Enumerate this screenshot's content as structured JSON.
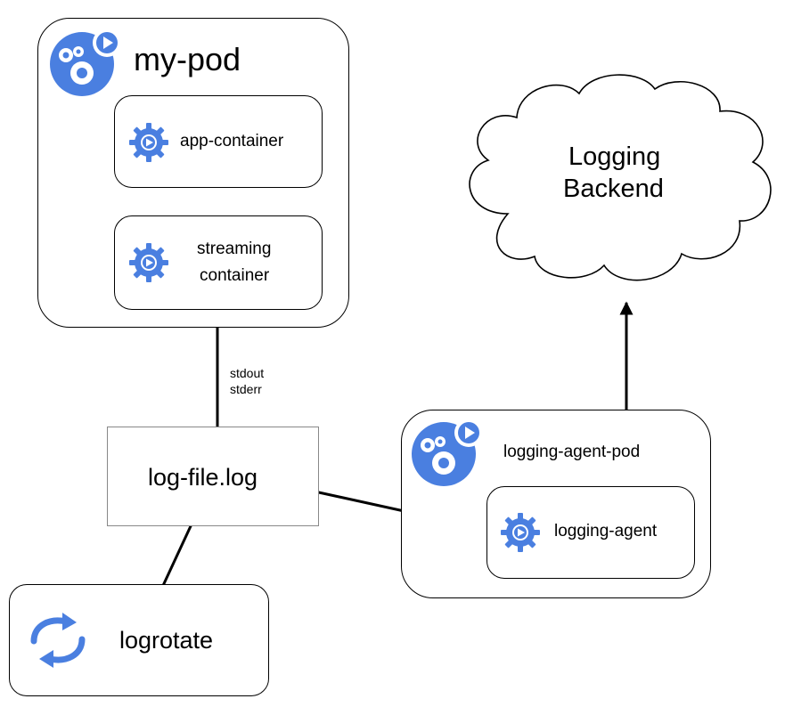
{
  "colors": {
    "accent": "#4a7fe0",
    "stroke": "#000000",
    "file_border": "#888888"
  },
  "my_pod": {
    "title": "my-pod",
    "app_container": {
      "label": "app-container"
    },
    "streaming_container": {
      "line1": "streaming",
      "line2": "container"
    }
  },
  "stream_labels": {
    "line1": "stdout",
    "line2": "stderr"
  },
  "log_file": {
    "label": "log-file.log"
  },
  "logrotate": {
    "label": "logrotate"
  },
  "logging_backend": {
    "line1": "Logging",
    "line2": "Backend"
  },
  "logging_agent_pod": {
    "title": "logging-agent-pod",
    "agent": {
      "label": "logging-agent"
    }
  },
  "icons": {
    "pod": "pod-gears-icon",
    "container": "container-gear-icon",
    "rotate": "refresh-arrows-icon"
  }
}
